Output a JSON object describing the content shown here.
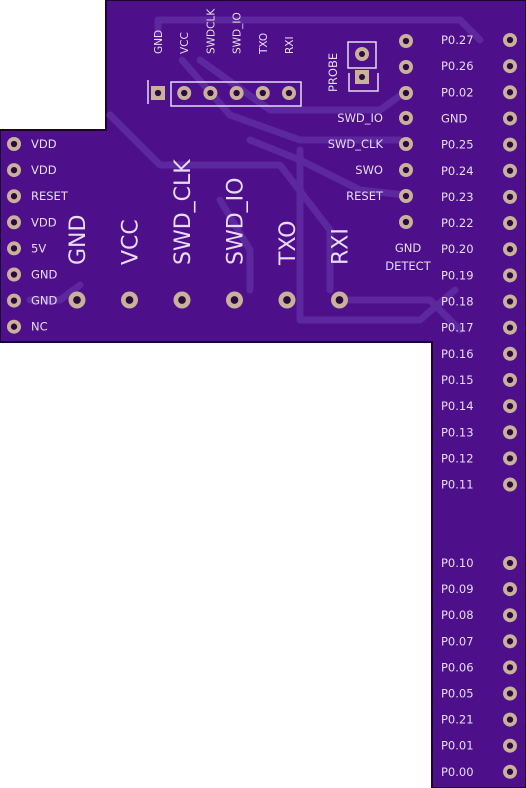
{
  "colors": {
    "board": "#4d0f8a",
    "board_edge": "#1a0333",
    "trace": "#5f2aa0",
    "silk": "#e6dcf0",
    "pad": "#c9b19a",
    "hole": "#2a0a40"
  },
  "top_header": {
    "labels": [
      "GND",
      "VCC",
      "SWDCLK",
      "SWD_IO",
      "TXO",
      "RXI"
    ]
  },
  "probe": {
    "label": "PROBE"
  },
  "big_labels": [
    "GND",
    "VCC",
    "SWD_CLK",
    "SWD_IO",
    "TXO",
    "RXI"
  ],
  "left_header": {
    "labels": [
      "VDD",
      "VDD",
      "RESET",
      "VDD",
      "5V",
      "GND",
      "GND",
      "NC"
    ]
  },
  "inner_labels": {
    "items": [
      "SWD_IO",
      "SWD_CLK",
      "SWO",
      "RESET"
    ],
    "gnd_detect_1": "GND",
    "gnd_detect_2": "DETECT"
  },
  "right_header": {
    "labels": [
      "P0.27",
      "P0.26",
      "P0.02",
      "GND",
      "P0.25",
      "P0.24",
      "P0.23",
      "P0.22",
      "P0.20",
      "P0.19",
      "P0.18",
      "P0.17",
      "P0.16",
      "P0.15",
      "P0.14",
      "P0.13",
      "P0.12",
      "P0.11",
      "P0.10",
      "P0.09",
      "P0.08",
      "P0.07",
      "P0.06",
      "P0.05",
      "P0.21",
      "P0.01",
      "P0.00"
    ]
  }
}
